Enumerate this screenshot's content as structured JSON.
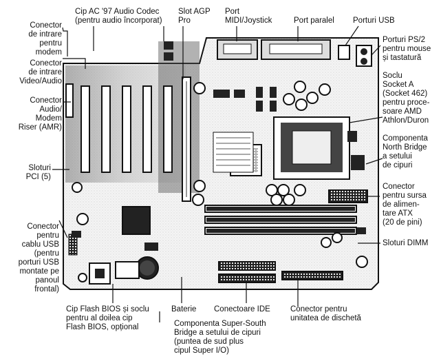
{
  "diagram": {
    "labels": {
      "modem_in": "Conector\nde intrare\npentru\nmodem",
      "video_audio": "Conector\nde intrare\nVideo/Audio",
      "amr": "Conector\nAudio/\nModem\nRiser (AMR)",
      "pci": "Sloturi\nPCI (5)",
      "usb_cable": "Conector\npentru\ncablu USB\n(pentru\nporturi USB\nmontate pe\npanoul\nfrontal)",
      "ac97": "Cip AC '97 Audio Codec\n(pentru audio încorporat)",
      "agp": "Slot AGP\nPro",
      "midi": "Port\nMIDI/Joystick",
      "parallel": "Port paralel",
      "usb_ports": "Porturi USB",
      "ps2": "Porturi PS/2\npentru mouse\nși tastatură",
      "socket": "Soclu\nSocket A\n(Socket 462)\npentru proce-\nsoare AMD\nAthlon/Duron",
      "north_bridge": "Componenta\nNorth Bridge\na setului\nde cipuri",
      "atx": "Conector\npentru sursa\nde alimen-\ntare ATX\n(20 de pini)",
      "dimm": "Sloturi DIMM",
      "flash": "Cip Flash BIOS și soclu\npentru al doilea cip\nFlash BIOS, opțional",
      "battery": "Baterie",
      "ide": "Conectoare IDE",
      "south_bridge": "Componenta Super-South\nBridge a setului de cipuri\n(puntea de sud plus\ncipul Super I/O)",
      "floppy": "Conector pentru\nunitatea de dischetă"
    }
  }
}
